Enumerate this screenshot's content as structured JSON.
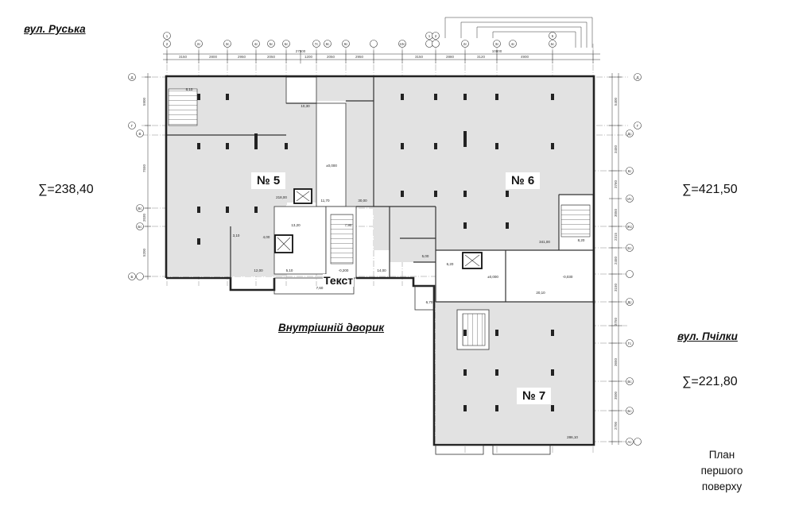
{
  "streets": {
    "ruska": "вул. Руська",
    "pchilky": "вул. Пчілки",
    "courtyard": "Внутрішній дворик"
  },
  "totals": {
    "unit5": "∑=238,40",
    "unit6": "∑=421,50",
    "unit7": "∑=221,80"
  },
  "units": {
    "u5": "№ 5",
    "u6": "№ 6",
    "u7": "№ 7"
  },
  "plan_title": {
    "line1": "План",
    "line2": "першого",
    "line3": "поверху"
  },
  "overlay_text": "Текст",
  "dimensions": {
    "top_left": [
      "3150",
      "2800",
      "2950",
      "2050",
      "1200",
      "2050",
      "2950",
      "3150"
    ],
    "top_right": [
      "2880",
      "3120",
      "4900"
    ],
    "overall_left": "27500",
    "overall_right": "10800",
    "left_side": [
      "5900",
      "7550",
      "2030",
      "5200"
    ],
    "right_side": [
      "5400",
      "3450",
      "3760",
      "3050",
      "2315",
      "2450",
      "3150",
      "3750",
      "3650",
      "3500",
      "2700"
    ]
  },
  "axes": {
    "top_left": [
      "1",
      "2",
      "2с",
      "3с",
      "4с",
      "5с",
      "6с",
      "7с",
      "8с",
      "9с",
      "10с"
    ],
    "top_right": [
      "1",
      "2",
      "2с",
      "3с",
      "4с",
      "6с",
      "5"
    ],
    "left": [
      "Д",
      "Г",
      "В",
      "Вс",
      "Бс",
      "Б"
    ],
    "right": [
      "Д",
      "Г",
      "Дс",
      "Кс",
      "Ис",
      "Жс",
      "Ес",
      "Дс",
      "Гс",
      "Вс",
      "Бс",
      "Ас"
    ]
  },
  "room_areas": {
    "r1": "8,10",
    "r2": "10,30",
    "r3": "218,00",
    "r4": "11,70",
    "r5": "13,20",
    "r6": "7,90",
    "r7": "30,00",
    "r8": "3,10",
    "r9": "4,00",
    "r10": "12,00",
    "r11": "5,10",
    "r12": "14,00",
    "r13": "7,60",
    "r14": "5,00",
    "r15": "341,00",
    "r16": "8,20",
    "r17": "6,20",
    "r18": "20,10",
    "r19": "286,10",
    "r20": "6,70"
  },
  "levels": {
    "l1": "±0,000",
    "l2": "-0,200",
    "l3": "-0,030",
    "l4": "±0,000"
  },
  "colors": {
    "room_fill": "#e2e2e2",
    "wall": "#222222",
    "axis": "#7a7a7a",
    "background": "#ffffff"
  }
}
